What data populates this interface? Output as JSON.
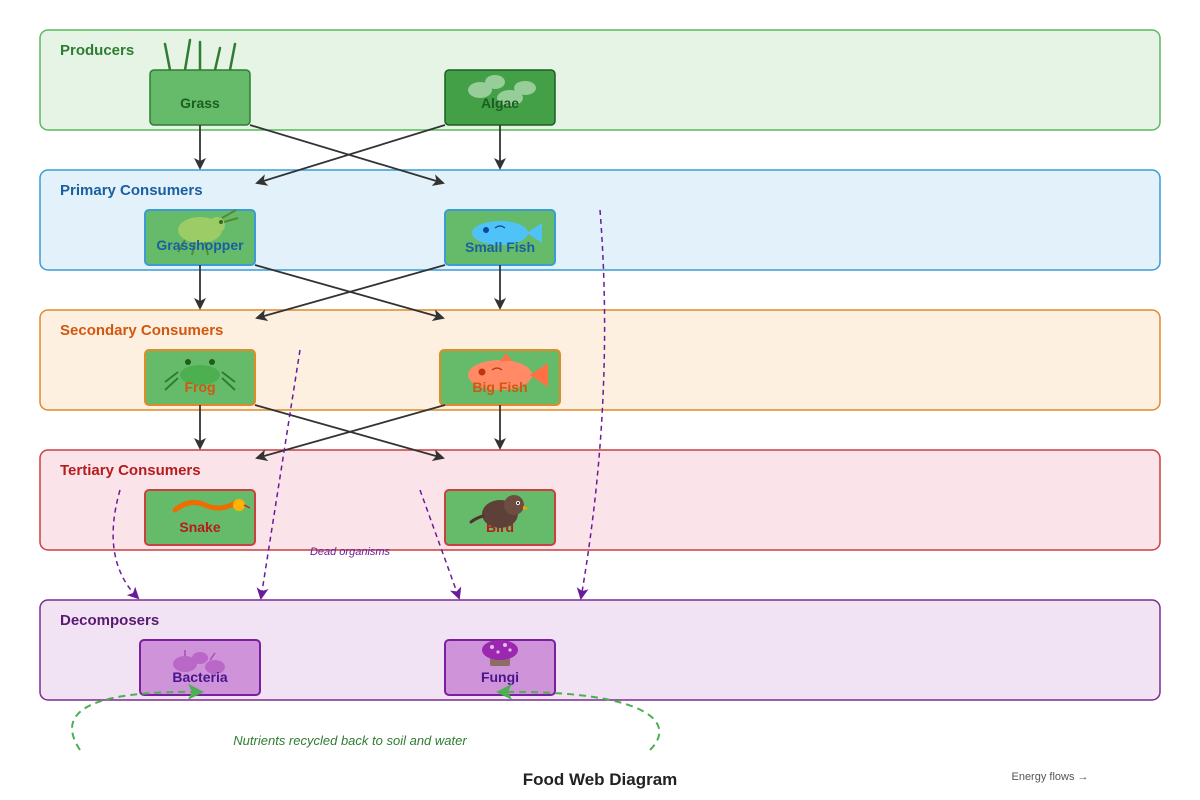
{
  "diagram": {
    "title": "Food Web Diagram",
    "legend": "Energy flows →",
    "dead_organisms_caption": "Dead organisms",
    "nutrients_caption": "Nutrients recycled back to soil and water"
  },
  "layers": [
    {
      "key": "producers",
      "title": "Producers",
      "fill": "#e6f4e6",
      "stroke": "#5cb85c",
      "text": "#2e7d32"
    },
    {
      "key": "primary",
      "title": "Primary Consumers",
      "fill": "#e3f1fb",
      "stroke": "#3a9bd5",
      "text": "#1a5fa0"
    },
    {
      "key": "secondary",
      "title": "Secondary Consumers",
      "fill": "#fdf0e0",
      "stroke": "#e08a2a",
      "text": "#d2570f"
    },
    {
      "key": "tertiary",
      "title": "Tertiary Consumers",
      "fill": "#fbe3ea",
      "stroke": "#c94040",
      "text": "#b71c1c"
    },
    {
      "key": "decomposers",
      "title": "Decomposers",
      "fill": "#f1e3f4",
      "stroke": "#7b2d8e",
      "text": "#5a1a72"
    }
  ],
  "nodes": {
    "grass": {
      "label": "Grass",
      "icon": "grass-icon"
    },
    "algae": {
      "label": "Algae",
      "icon": "algae-icon"
    },
    "grasshopper": {
      "label": "Grasshopper",
      "icon": "grasshopper-icon"
    },
    "small_fish": {
      "label": "Small Fish",
      "icon": "small-fish-icon"
    },
    "frog": {
      "label": "Frog",
      "icon": "frog-icon"
    },
    "big_fish": {
      "label": "Big Fish",
      "icon": "big-fish-icon"
    },
    "snake": {
      "label": "Snake",
      "icon": "snake-icon"
    },
    "bird": {
      "label": "Bird",
      "icon": "bird-icon"
    },
    "bacteria": {
      "label": "Bacteria",
      "icon": "bacteria-icon"
    },
    "fungi": {
      "label": "Fungi",
      "icon": "fungi-icon"
    }
  },
  "colors": {
    "energy_arrow": "#333333",
    "decay_arrow": "#6a1b9a",
    "recycle_arrow": "#4caf50",
    "node_green": "#66bb6a",
    "node_purple": "#ce93d8"
  }
}
